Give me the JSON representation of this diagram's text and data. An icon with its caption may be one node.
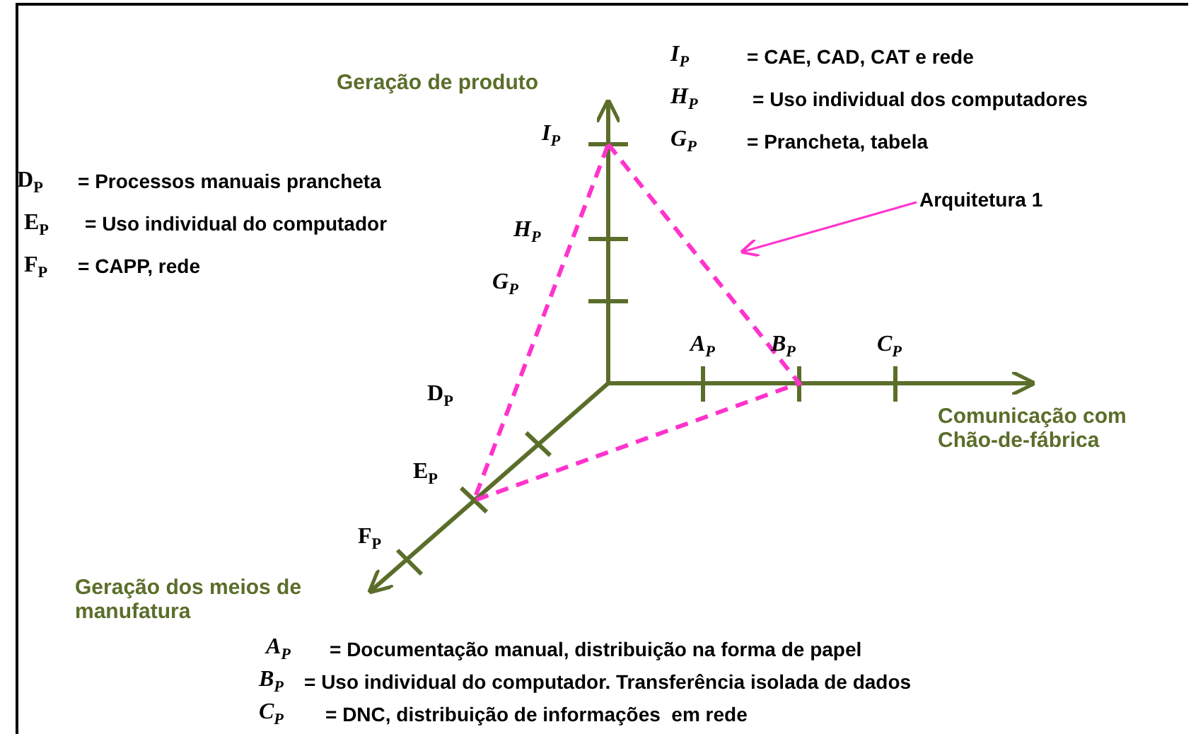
{
  "diagram": {
    "nodes": [
      {
        "text": [
          "Arquitetura 1"
        ]
      },
      {
        "text": [],
        "shape": "triangle"
      }
    ],
    "edges": [
      {
        "from": 0,
        "to": 1,
        "arrow": "to",
        "color": "#ff33cc"
      }
    ],
    "labels": [
      "I$_{P}$",
      "= CAE, CAD, CAT e rede",
      "Geração de produto",
      "H$_{P}$",
      "= Uso individual dos computadores",
      "I$_{P}$",
      "G$_{P}$",
      "= Prancheta, tabela",
      "D$_{P}$",
      "= Processos manuais prancheta",
      "E$_{P}$",
      "= Uso individual do computador",
      "F$_{P}$",
      "= CAPP, rede",
      "H$_{P}$",
      "G$_{P}$",
      "A$_{P}$",
      "B$_{P}$",
      "C$_{P}$",
      "D$_{P}$",
      "Comunicação com Chão-de-fábrica",
      "E$_{P}$",
      "F$_{P}$",
      "Geração dos meios de manufatura",
      "A$_{P}$",
      "= Documentação manual, distribuição na forma de papel",
      "B$_{P}$",
      "= Uso individual do computador. Transferência isolada de dados",
      "C$_{P}$",
      "= DNC, distribuição de informações  em rede"
    ]
  }
}
